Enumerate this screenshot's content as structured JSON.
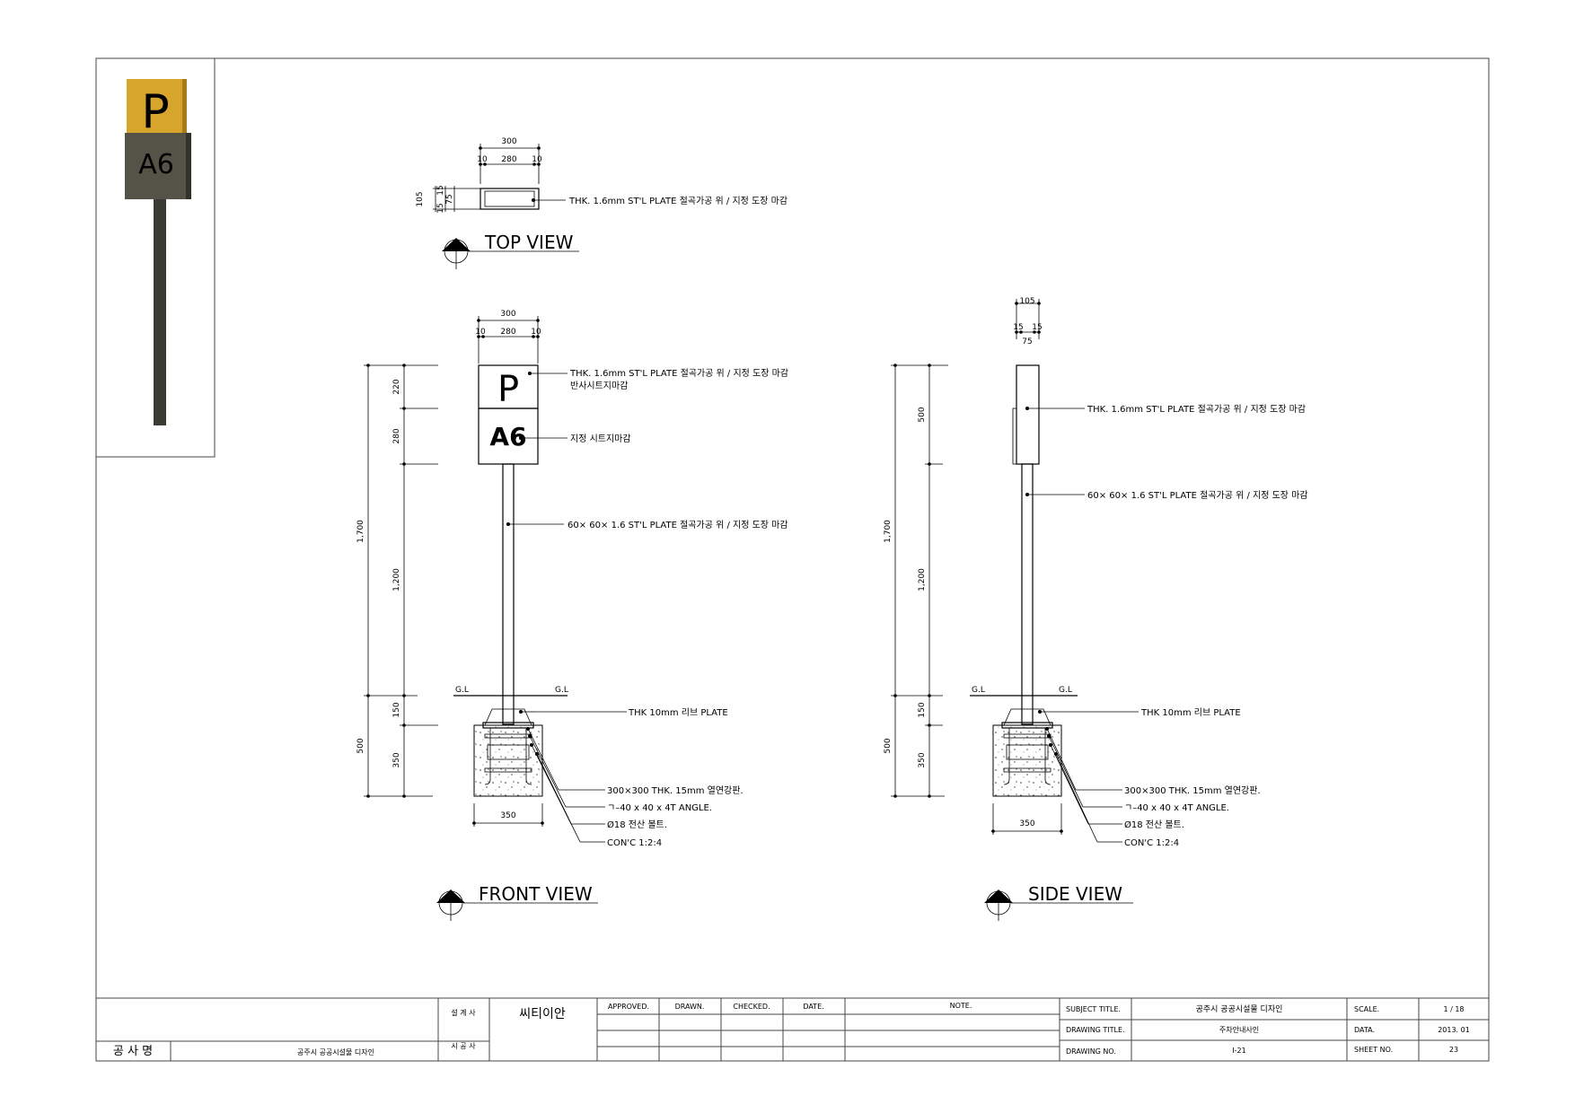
{
  "thumbnail": {
    "top_letter": "P",
    "bottom_label": "A6",
    "colors": {
      "top_panel": "#d8a52c",
      "bottom_panel": "#555248",
      "post": "#3b3b32",
      "accent_text": "#e2a72e"
    }
  },
  "top_view": {
    "title": "TOP  VIEW",
    "dims": {
      "overall": "300",
      "left": "10",
      "mid": "280",
      "right": "10",
      "depth": "105",
      "d1": "15",
      "d2": "15",
      "d3": "75"
    },
    "note": "THK. 1.6mm ST'L PLATE 절곡가공 위 / 지정 도장 마감"
  },
  "front_view": {
    "title": "FRONT  VIEW",
    "sign_p": "P",
    "sign_a6": "A6",
    "dims_top": {
      "overall": "300",
      "left": "10",
      "mid": "280",
      "right": "10"
    },
    "dims_vertical": {
      "total": "1,700",
      "top_panel": "220",
      "bottom_panel": "280",
      "post": "1,200",
      "foundation": "500",
      "plate_zone": "150",
      "concrete": "350"
    },
    "dim_bottom": "350",
    "gl_left": "G.L",
    "gl_right": "G.L",
    "notes": {
      "plate": "THK. 1.6mm ST'L PLATE 절곡가공 위 / 지정 도장 마감",
      "reflective": "반사시트지마감",
      "sheet": "지정 시트지마감",
      "post": "60× 60× 1.6 ST'L PLATE 절곡가공 위 / 지정 도장 마감",
      "rib": "THK 10mm 리브 PLATE",
      "base_plate": "300×300 THK. 15mm 열연강판.",
      "angle": "ㄱ–40 x 40 x 4T ANGLE.",
      "bolt": "Ø18 전산 볼트.",
      "concrete": "CON'C 1:2:4"
    }
  },
  "side_view": {
    "title": "SIDE  VIEW",
    "dims_top": {
      "overall": "105",
      "left": "15",
      "right": "15",
      "mid": "75"
    },
    "dims_vertical": {
      "total": "1,700",
      "panel": "500",
      "post": "1,200",
      "foundation": "500",
      "plate_zone": "150",
      "concrete": "350"
    },
    "dim_bottom": "350",
    "gl_left": "G.L",
    "gl_right": "G.L",
    "notes": {
      "plate": "THK. 1.6mm ST'L PLATE 절곡가공 위 / 지정 도장 마감",
      "post": "60× 60× 1.6 ST'L PLATE 절곡가공 위 / 지정 도장 마감",
      "rib": "THK 10mm 리브 PLATE",
      "base_plate": "300×300 THK. 15mm 열연강판.",
      "angle": "ㄱ–40 x 40 x 4T ANGLE.",
      "bolt": "Ø18 전산 볼트.",
      "concrete": "CON'C 1:2:4"
    }
  },
  "title_block": {
    "project_label": "공 사 명",
    "project_name": "공주시 공공시설물 디자인",
    "designer_label": "설 계 사",
    "designer": "씨티이안",
    "builder_label": "시 공 사",
    "approved": "APPROVED.",
    "drawn": "DRAWN.",
    "checked": "CHECKED.",
    "date": "DATE.",
    "note": "NOTE.",
    "subject_title_label": "SUBJECT  TITLE.",
    "subject_title": "공주시 공공시설물 디자인",
    "drawing_title_label": "DRAWING TITLE.",
    "drawing_title": "주차안내사인",
    "drawing_no_label": "DRAWING NO.",
    "drawing_no": "I-21",
    "scale_label": "SCALE.",
    "scale": "1 / 18",
    "data_label": "DATA.",
    "data": "2013. 01",
    "sheet_no_label": "SHEET NO.",
    "sheet_no": "23"
  }
}
